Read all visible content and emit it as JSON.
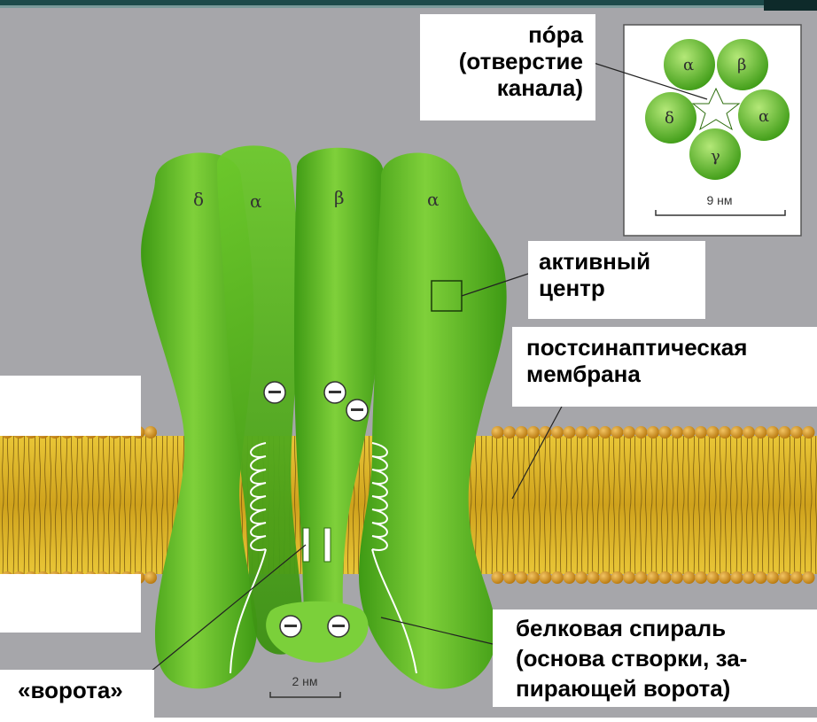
{
  "labels": {
    "pore": [
      "пóра",
      "(отверстие",
      "канала)"
    ],
    "active_center": [
      "активный",
      "центр"
    ],
    "membrane": [
      "постсинаптическая",
      "мембрана"
    ],
    "helix": [
      "белковая спираль",
      "(основа створки, за-",
      "пирающей ворота)"
    ],
    "gate": "«ворота»"
  },
  "subunits": {
    "main": [
      "δ",
      "α",
      "β",
      "α"
    ],
    "inset": [
      "α",
      "β",
      "α",
      "γ",
      "δ"
    ]
  },
  "scale": {
    "inset": "9 нм",
    "main": "2 нм"
  },
  "colors": {
    "background": "#a6a6aa",
    "protein": "#5cbf1e",
    "protein_light": "#8ed64a",
    "protein_dark": "#3a8c10",
    "lipid_head": "#d99a1c",
    "lipid_tail": "#e8c33a",
    "top_bar": "#1d4a4a"
  }
}
